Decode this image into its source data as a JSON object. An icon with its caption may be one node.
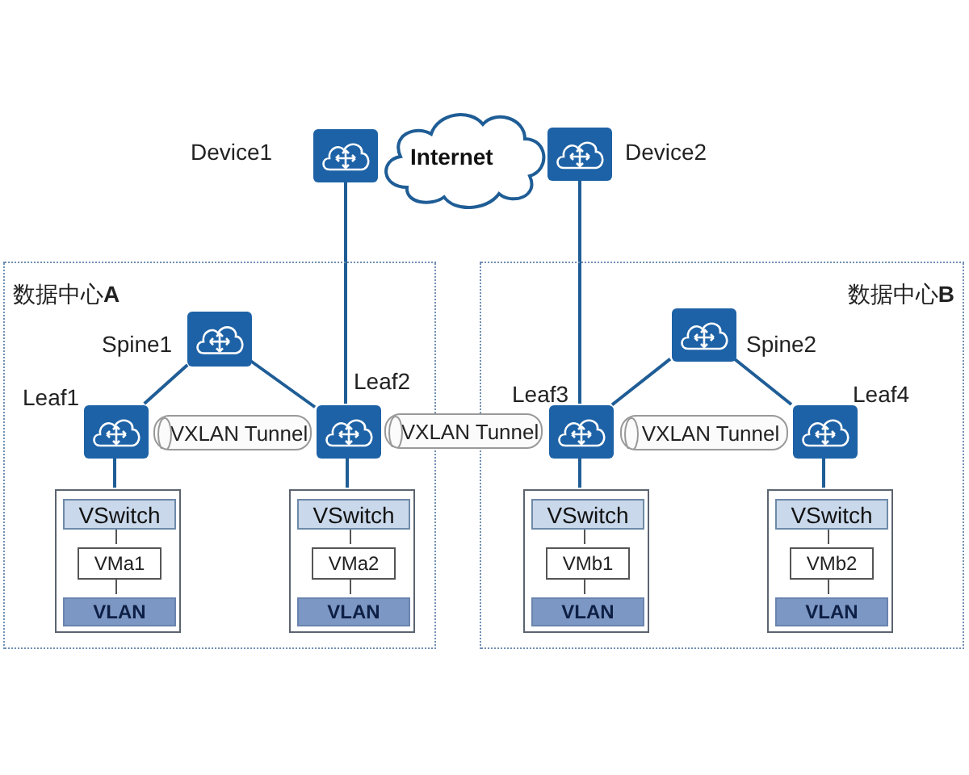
{
  "diagram": {
    "nodes": [
      {
        "text": [
          "Internet"
        ]
      },
      {
        "text": [],
        "shape": "box",
        "beside": [
          "Device1"
        ]
      },
      {
        "text": [],
        "shape": "box",
        "beside": [
          "Device2"
        ]
      },
      {
        "text": [
          "数据中心**A**"
        ]
      },
      {
        "text": [
          "数据中心**B**"
        ]
      },
      {
        "text": [],
        "shape": "box",
        "beside": [
          "Spine1"
        ],
        "in": 3
      },
      {
        "text": [],
        "shape": "box",
        "beside": [
          "Leaf1"
        ],
        "in": 3
      },
      {
        "text": [],
        "shape": "box",
        "beside": [
          "Leaf2"
        ],
        "in": 3
      },
      {
        "text": [],
        "shape": "box",
        "beside": [
          "Spine2"
        ],
        "in": 4
      },
      {
        "text": [],
        "shape": "box",
        "beside": [
          "Leaf3"
        ],
        "in": 4
      },
      {
        "text": [],
        "shape": "box",
        "beside": [
          "Leaf4"
        ],
        "in": 4
      },
      {
        "text": [
          "VXLAN Tunnel"
        ],
        "in": 3
      },
      {
        "text": [
          "VXLAN Tunnel"
        ]
      },
      {
        "text": [
          "VXLAN Tunnel"
        ],
        "in": 4
      },
      {
        "text": [],
        "shape": "box",
        "in": 3
      },
      {
        "text": [
          "VSwitch"
        ],
        "in": 14
      },
      {
        "text": [
          "VMa1"
        ],
        "in": 14
      },
      {
        "text": [
          "VLAN"
        ],
        "in": 14
      },
      {
        "text": [],
        "shape": "box",
        "in": 3
      },
      {
        "text": [
          "VSwitch"
        ],
        "in": 18
      },
      {
        "text": [
          "VMa2"
        ],
        "in": 18
      },
      {
        "text": [
          "VLAN"
        ],
        "in": 18
      },
      {
        "text": [],
        "shape": "box",
        "in": 4
      },
      {
        "text": [
          "VSwitch"
        ],
        "in": 22
      },
      {
        "text": [
          "VMb1"
        ],
        "in": 22
      },
      {
        "text": [
          "VLAN"
        ],
        "in": 22
      },
      {
        "text": [],
        "shape": "box",
        "in": 4
      },
      {
        "text": [
          "VSwitch"
        ],
        "in": 26
      },
      {
        "text": [
          "VMb2"
        ],
        "in": 26
      },
      {
        "text": [
          "VLAN"
        ],
        "in": 26
      }
    ],
    "edges": [
      {
        "from": 1,
        "to": 7,
        "arrow": "none"
      },
      {
        "from": 2,
        "to": 9,
        "arrow": "none"
      },
      {
        "from": 5,
        "to": 6,
        "arrow": "none"
      },
      {
        "from": 5,
        "to": 7,
        "arrow": "none"
      },
      {
        "from": 8,
        "to": 9,
        "arrow": "none"
      },
      {
        "from": 8,
        "to": 10,
        "arrow": "none"
      },
      {
        "from": 6,
        "to": 14,
        "arrow": "none"
      },
      {
        "from": 7,
        "to": 18,
        "arrow": "none"
      },
      {
        "from": 9,
        "to": 22,
        "arrow": "none"
      },
      {
        "from": 10,
        "to": 26,
        "arrow": "none"
      },
      {
        "from": 15,
        "to": 16,
        "arrow": "none"
      },
      {
        "from": 16,
        "to": 17,
        "arrow": "none"
      },
      {
        "from": 19,
        "to": 20,
        "arrow": "none"
      },
      {
        "from": 20,
        "to": 21,
        "arrow": "none"
      },
      {
        "from": 23,
        "to": 24,
        "arrow": "none"
      },
      {
        "from": 24,
        "to": 25,
        "arrow": "none"
      },
      {
        "from": 27,
        "to": 28,
        "arrow": "none"
      },
      {
        "from": 28,
        "to": 29,
        "arrow": "none"
      }
    ]
  }
}
